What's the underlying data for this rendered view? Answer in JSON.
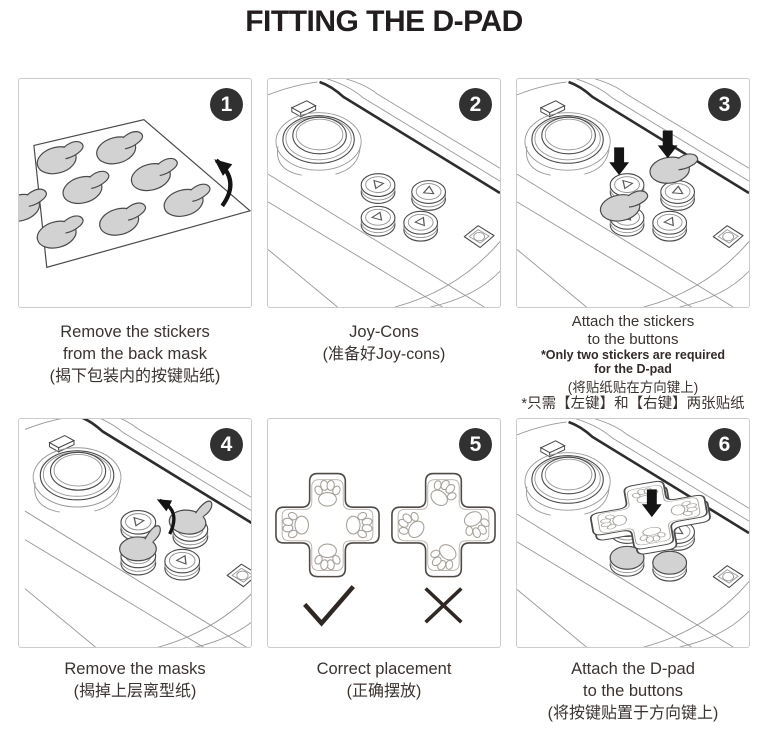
{
  "title": "FITTING THE D-PAD",
  "panels": [
    {
      "number": "1",
      "lines_en": [
        "Remove the stickers",
        "from the back mask"
      ],
      "lines_zh": [
        "(揭下包装内的按键贴纸)"
      ]
    },
    {
      "number": "2",
      "lines_en": [
        "Joy-Cons"
      ],
      "lines_zh": [
        "(准备好Joy-cons)"
      ]
    },
    {
      "number": "3",
      "lines_en": [
        "Attach the stickers",
        "to the buttons"
      ],
      "lines_note": [
        "*Only two stickers are required",
        "for the D-pad"
      ],
      "lines_zh": [
        "(将贴纸贴在方向键上)",
        "*只需【左键】和【右键】两张贴纸"
      ]
    },
    {
      "number": "4",
      "lines_en": [
        "Remove the masks"
      ],
      "lines_zh": [
        "(揭掉上层离型纸)"
      ]
    },
    {
      "number": "5",
      "lines_en": [
        "Correct placement"
      ],
      "lines_zh": [
        "(正确摆放)"
      ]
    },
    {
      "number": "6",
      "lines_en": [
        "Attach the D-pad",
        "to the buttons"
      ],
      "lines_zh": [
        "(将按键贴置于方向键上)"
      ]
    }
  ],
  "icons": {
    "check_icon": "✓",
    "x_icon": "✕",
    "down_arrow_icon": "↓",
    "peel_arrow_icon": "⤴"
  },
  "colors": {
    "accent_black": "#141414",
    "line_dark": "#4a4a4a",
    "line_light": "#989898",
    "sticker_gray": "#d2d2d2",
    "badge_bg": "#313131",
    "text": "#3b3330",
    "panel_border": "#cbcbcb"
  }
}
